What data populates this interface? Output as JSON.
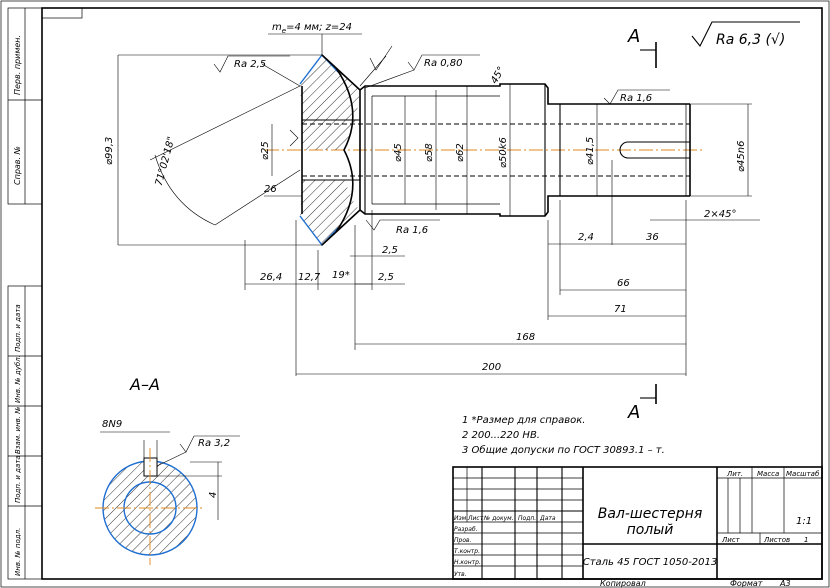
{
  "title_block": {
    "name_line1": "Вал-шестерня",
    "name_line2": "полый",
    "material": "Сталь 45 ГОСТ 1050-2013",
    "lit_label": "Лит.",
    "mass_label": "Масса",
    "scale_label": "Масштаб",
    "scale_value": "1:1",
    "sheet_label": "Лист",
    "sheets_label": "Листов",
    "sheets_value": "1",
    "col_izm": "Изм.",
    "col_list": "Лист",
    "col_docnum": "№ докум.",
    "col_sign": "Подп.",
    "col_date": "Дата",
    "row_razrab": "Разраб.",
    "row_prov": "Пров.",
    "row_tkontr": "Т.контр.",
    "row_nkontr": "Н.контр.",
    "row_utv": "Утв.",
    "copied": "Копировал",
    "format_label": "Формат",
    "format_value": "А3"
  },
  "side_stamp": {
    "perv_primen": "Перв. примен.",
    "sprav_num": "Справ. №",
    "podp_data_1": "Подп. и дата",
    "inv_dubl": "Инв. № дубл.",
    "vzam_inv": "Взам. инв. №",
    "podp_data_2": "Подп. и дата",
    "inv_podl": "Инв. № подл."
  },
  "notes": [
    "1  *Размер для справок.",
    "2  200...220 НВ.",
    "3  Общие допуски по ГОСТ 30893.1 – т."
  ],
  "gear_spec": {
    "module_text": "m",
    "module_sub": "e",
    "module_rest": "=4 мм; z=24"
  },
  "general_roughness": "Ra 6,3 (√)",
  "section_letter_top": "A",
  "section_letter_bottom": "A",
  "section_view_title": "A–A",
  "roughness": {
    "r1": "Ra 2,5",
    "r2": "Ra 0,80",
    "r3": "Ra 1,6",
    "r4": "Ra 1,6",
    "r5": "Ra 3,2"
  },
  "dims": {
    "d99": "⌀99,3",
    "d25": "⌀25",
    "d45": "⌀45",
    "d58": "⌀58",
    "d62": "⌀62",
    "d50": "⌀50k6",
    "d41": "⌀41,5",
    "d45p": "⌀45n6",
    "angle": "71°02'18\"",
    "a45": "45°",
    "w26": "26",
    "w264": "26,4",
    "w127": "12,7",
    "w19": "19*",
    "w25a": "2,5",
    "w25b": "2,5",
    "w24": "2,4",
    "w36": "36",
    "chamfer": "2×45°",
    "w66": "66",
    "w71": "71",
    "w168": "168",
    "w200": "200",
    "key": "8N9",
    "key_depth": "4"
  }
}
